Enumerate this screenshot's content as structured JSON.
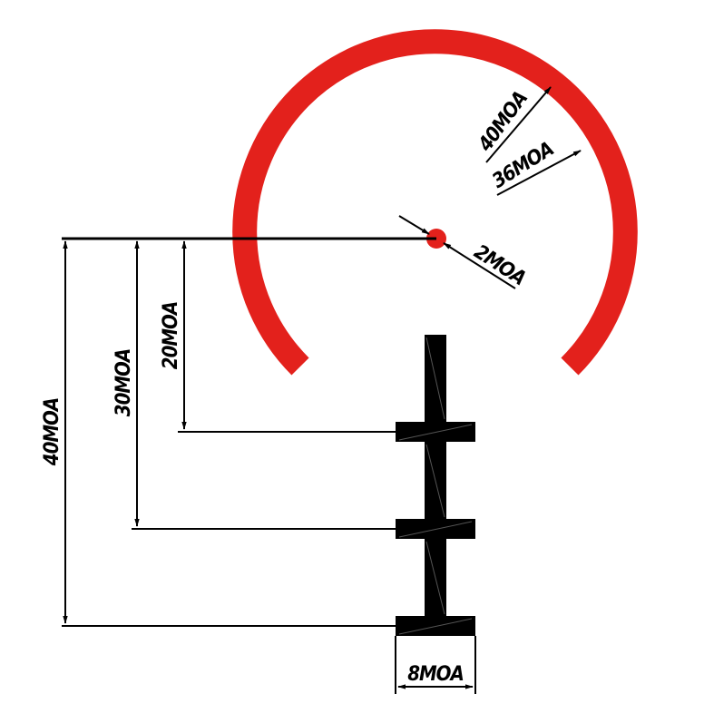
{
  "diagram": {
    "colors": {
      "reticle": "#e3211c",
      "post": "#000000",
      "dimension": "#000000",
      "background": "#ffffff"
    },
    "labels": {
      "outer_ring": "40MOA",
      "inner_ring": "36MOA",
      "center_dot": "2MOA",
      "mark_20": "20MOA",
      "mark_30": "30MOA",
      "mark_40": "40MOA",
      "post_width": "8MOA"
    }
  }
}
